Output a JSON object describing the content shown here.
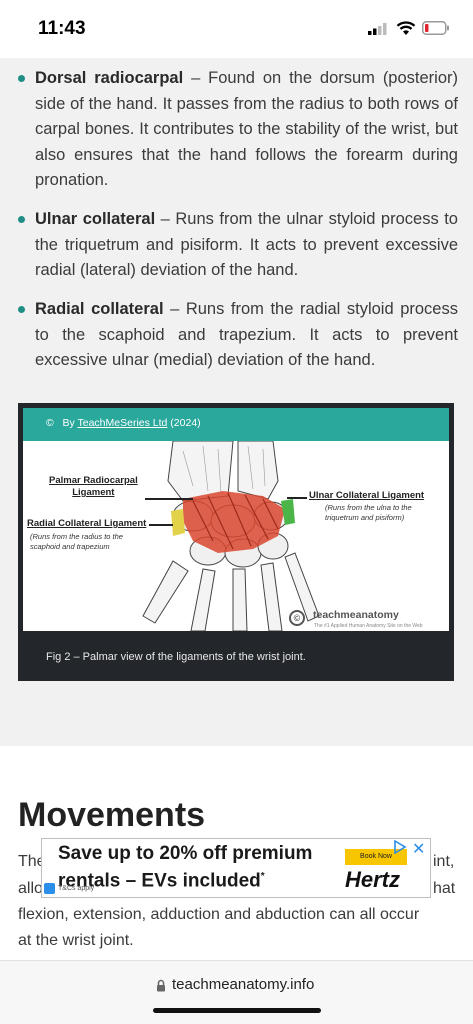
{
  "status_bar": {
    "time": "11:43"
  },
  "article": {
    "items": [
      {
        "term": "Dorsal radiocarpal",
        "text": " – Found on the dorsum (posterior) side of the hand. It passes from the radius to both rows of carpal bones. It contributes to the stability of the wrist, but also ensures that the hand follows the forearm during pronation."
      },
      {
        "term": "Ulnar collateral",
        "text": " – Runs from the ulnar styloid process to the triquetrum and pisiform. It acts to prevent excessive radial (lateral) deviation of the hand."
      },
      {
        "term": "Radial collateral",
        "text": " – Runs from the radial styloid process to the scaphoid and trapezium. It acts to prevent excessive ulnar (medial) deviation of the hand."
      }
    ]
  },
  "figure": {
    "copyright_symbol": "©",
    "copyright_prefix": "By ",
    "copyright_link": "TeachMeSeries Ltd",
    "copyright_year": " (2024)",
    "labels": {
      "palmar_radiocarpal_1": "Palmar Radiocarpal",
      "palmar_radiocarpal_2": "Ligament",
      "radial_collateral": "Radial Collateral Ligament",
      "radial_note_1": "(Runs from the radius to the",
      "radial_note_2": "scaphoid and trapezium",
      "ulnar_collateral": "Ulnar Collateral Ligament",
      "ulnar_note_1": "(Runs from the ulna to the",
      "ulnar_note_2": "triquetrum and pisiform)"
    },
    "brand": "teachmeanatomy",
    "brand_tagline": "The #1 Applied Human Anatomy Site on the Web",
    "caption": "Fig 2 – Palmar view of the ligaments of the wrist joint."
  },
  "movements": {
    "title": "Movements",
    "line1_start": "The",
    "line1_end": "int,",
    "line2_start": "allo",
    "line2_end": "hat",
    "line3": "flexion, extension, adduction and abduction can all occur",
    "line4": "at the wrist joint."
  },
  "ad": {
    "headline_1": "Save up to 20% off premium",
    "headline_2": "rentals – EVs included",
    "asterisk": "*",
    "tcs": "T&Cs apply",
    "cta": "Book Now",
    "brand": "Hertz",
    "info_icon": "info-icon",
    "choices_icon": "adchoices-icon",
    "close_icon": "close-icon",
    "accent_color": "#f7c600"
  },
  "url_bar": {
    "url": "teachmeanatomy.info"
  },
  "colors": {
    "accent": "#1f8f86",
    "figure_header": "#2aa89c",
    "figure_bg": "#23262b"
  }
}
